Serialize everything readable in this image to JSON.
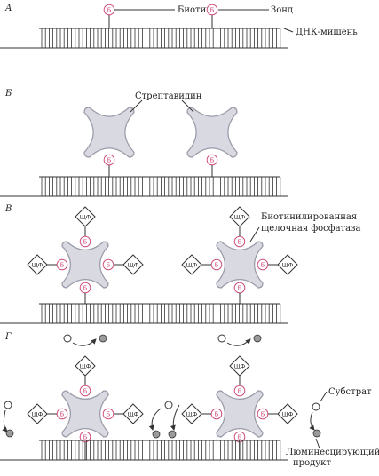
{
  "panels": {
    "a": "А",
    "b": "Б",
    "v": "В",
    "g": "Г"
  },
  "labels": {
    "biotin": "Биотин",
    "probe": "Зонд",
    "dna_target": "ДНК-мишень",
    "streptavidin": "Стрептавидин",
    "biotinylated_line1": "Биотинилированная",
    "biotinylated_line2": "щелочная фосфатаза",
    "substrate": "Субстрат",
    "luminescent_line1": "Люминесцирующий",
    "luminescent_line2": "продукт"
  },
  "symbols": {
    "biotin_mark": "Б",
    "phosphatase_mark": "ЩФ"
  },
  "colors": {
    "biotin": "#d0507f",
    "streptavidin_fill": "#d9d9e2",
    "streptavidin_edge": "#9a9aa8",
    "line": "#333333",
    "product": "#9a9a9a"
  }
}
